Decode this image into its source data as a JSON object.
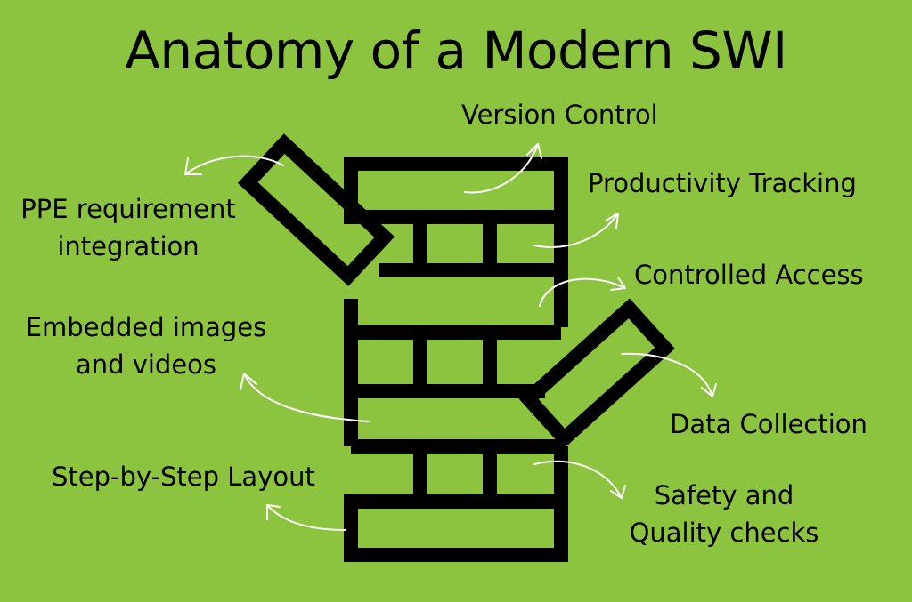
{
  "title": "Anatomy of a Modern SWI",
  "features": [
    {
      "id": "version-control",
      "text": "Version Control"
    },
    {
      "id": "productivity-tracking",
      "text": "Productivity Tracking"
    },
    {
      "id": "controlled-access",
      "text": "Controlled Access"
    },
    {
      "id": "ppe",
      "line1": "PPE requirement",
      "line2": "integration"
    },
    {
      "id": "embedded-media",
      "line1": "Embedded images",
      "line2": "and videos"
    },
    {
      "id": "data-collection",
      "text": "Data Collection"
    },
    {
      "id": "step-layout",
      "text": "Step-by-Step Layout"
    },
    {
      "id": "safety-quality",
      "line1": "Safety and",
      "line2": "Quality checks"
    }
  ],
  "colors": {
    "background": "#8cc43f",
    "tower": "#000000",
    "arrows": "#ffffff",
    "text": "#000000"
  },
  "icons": [
    "jenga-tower-icon",
    "curved-arrow-icon"
  ]
}
